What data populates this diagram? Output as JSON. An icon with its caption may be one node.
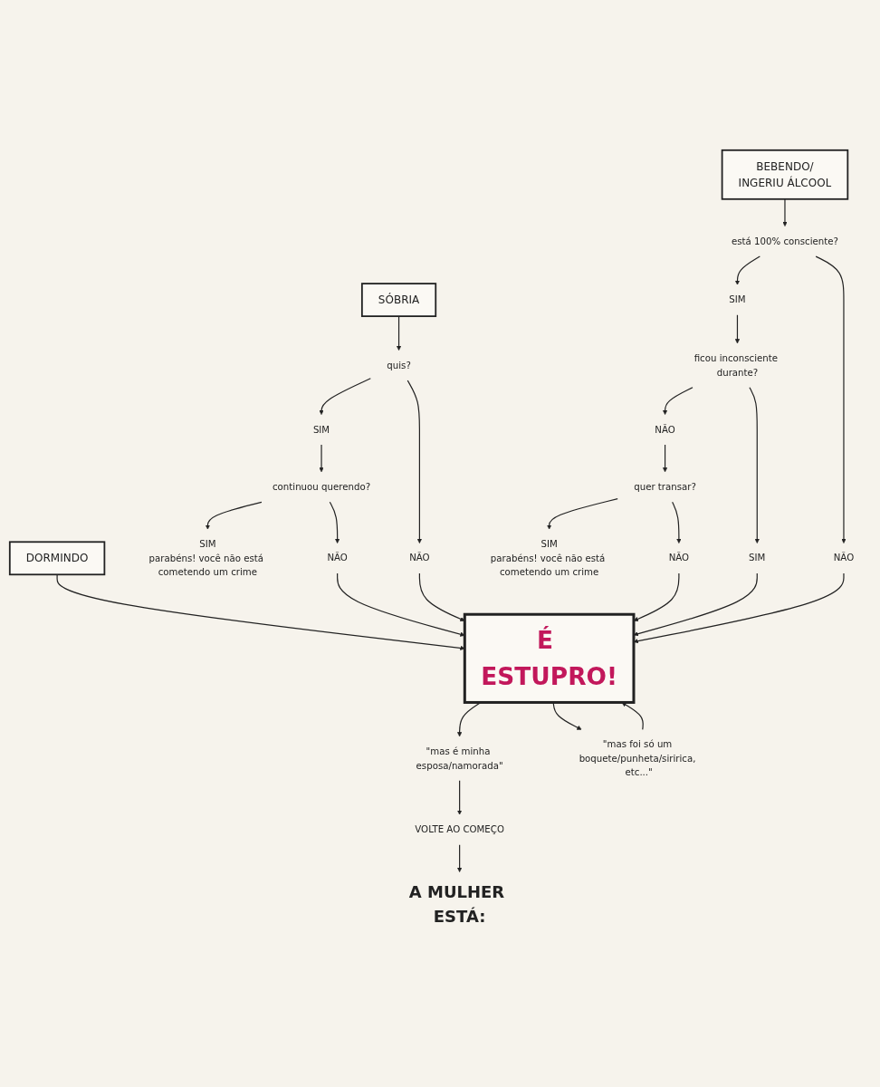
{
  "diagram": {
    "nodes": [
      {
        "text": [
          "A MULHER ESTÁ:"
        ]
      },
      {
        "text": [
          "DORMINDO"
        ]
      },
      {
        "text": [
          "SÓBRIA"
        ]
      },
      {
        "text": [
          "BEBENDO/",
          "INGERIU ÁLCOOL"
        ]
      },
      {
        "text": [
          "quis?"
        ]
      },
      {
        "text": [
          "SIM"
        ]
      },
      {
        "text": [
          "NÃO"
        ]
      },
      {
        "text": [
          "continuou querendo?"
        ]
      },
      {
        "text": [
          "SIM"
        ],
        "beside": [
          "parabéns! você não está cometendo um crime"
        ]
      },
      {
        "text": [
          "NÃO"
        ]
      },
      {
        "text": [
          "está 100% consciente?"
        ]
      },
      {
        "text": [
          "SIM"
        ]
      },
      {
        "text": [
          "NÃO"
        ]
      },
      {
        "text": [
          "ficou inconsciente durante?"
        ]
      },
      {
        "text": [
          "NÃO"
        ]
      },
      {
        "text": [
          "SIM"
        ]
      },
      {
        "text": [
          "quer transar?"
        ]
      },
      {
        "text": [
          "SIM"
        ],
        "beside": [
          "parabéns! você não está cometendo um crime"
        ]
      },
      {
        "text": [
          "NÃO"
        ]
      },
      {
        "text": [
          "É ESTUPRO!"
        ]
      },
      {
        "text": [
          "\"mas é minha esposa/namorada\""
        ]
      },
      {
        "text": [
          "\"mas foi só um boquete/punheta/siririca, etc...\""
        ]
      },
      {
        "text": [
          "VOLTE AO COMEÇO"
        ]
      }
    ],
    "edges": [
      {
        "from": 1,
        "to": 19,
        "arrow": "to"
      },
      {
        "from": 2,
        "to": 4,
        "arrow": "to"
      },
      {
        "from": 4,
        "to": 5,
        "arrow": "to"
      },
      {
        "from": 4,
        "to": 6,
        "arrow": "to"
      },
      {
        "from": 5,
        "to": 7,
        "arrow": "to"
      },
      {
        "from": 7,
        "to": 8,
        "arrow": "to"
      },
      {
        "from": 7,
        "to": 9,
        "arrow": "to"
      },
      {
        "from": 9,
        "to": 19,
        "arrow": "to"
      },
      {
        "from": 6,
        "to": 19,
        "arrow": "to"
      },
      {
        "from": 3,
        "to": 10,
        "arrow": "to"
      },
      {
        "from": 10,
        "to": 11,
        "arrow": "to"
      },
      {
        "from": 10,
        "to": 12,
        "arrow": "to"
      },
      {
        "from": 11,
        "to": 13,
        "arrow": "to"
      },
      {
        "from": 13,
        "to": 14,
        "arrow": "to"
      },
      {
        "from": 13,
        "to": 15,
        "arrow": "to"
      },
      {
        "from": 14,
        "to": 16,
        "arrow": "to"
      },
      {
        "from": 16,
        "to": 17,
        "arrow": "to"
      },
      {
        "from": 16,
        "to": 18,
        "arrow": "to"
      },
      {
        "from": 18,
        "to": 19,
        "arrow": "to"
      },
      {
        "from": 15,
        "to": 19,
        "arrow": "to"
      },
      {
        "from": 12,
        "to": 19,
        "arrow": "to"
      },
      {
        "from": 19,
        "to": 20,
        "arrow": "to"
      },
      {
        "from": 19,
        "to": 21,
        "arrow": "to"
      },
      {
        "from": 20,
        "to": 22,
        "arrow": "to"
      },
      {
        "from": 21,
        "to": 19,
        "arrow": "to"
      },
      {
        "from": 22,
        "to": 0,
        "arrow": "to"
      }
    ]
  }
}
